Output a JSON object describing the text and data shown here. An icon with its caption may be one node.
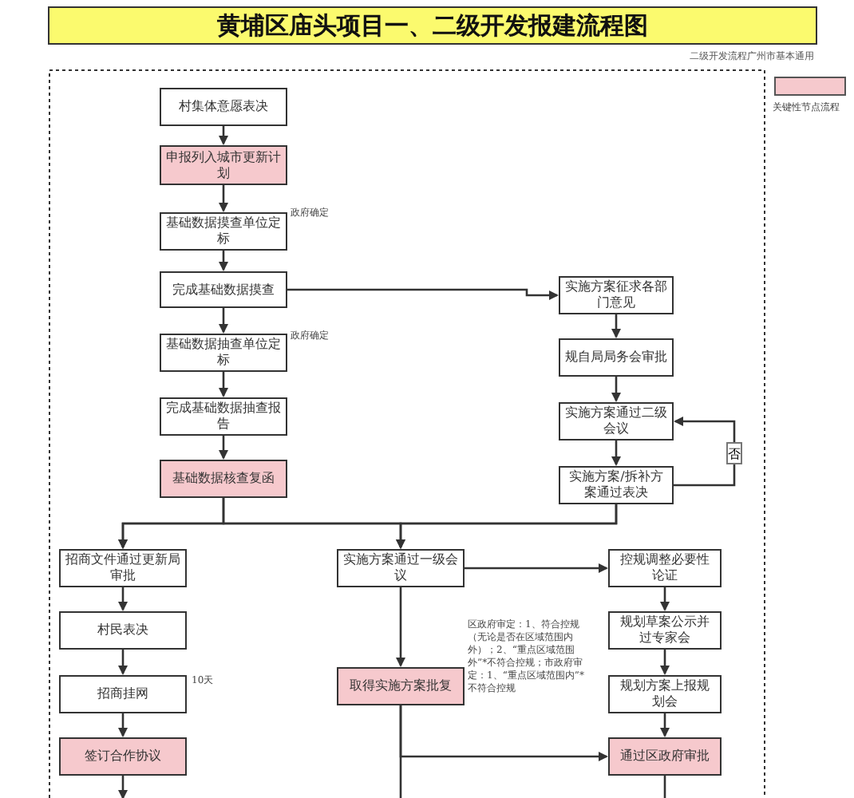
{
  "diagram": {
    "title": "黄埔区庙头项目一、二级开发报建流程图",
    "nodes": [
      {
        "text": [
          "村集体意愿表决"
        ]
      },
      {
        "text": [
          "申报列入城市更新计划"
        ]
      },
      {
        "text": [
          "基础数据摸查单位定标"
        ],
        "beside": [
          "政府确定"
        ]
      },
      {
        "text": [
          "完成基础数据摸查"
        ]
      },
      {
        "text": [
          "基础数据抽查单位定标"
        ],
        "beside": [
          "政府确定"
        ]
      },
      {
        "text": [
          "完成基础数据抽查报告"
        ]
      },
      {
        "text": [
          "基础数据核查复函"
        ]
      },
      {
        "text": [
          "实施方案征求各部门意见"
        ]
      },
      {
        "text": [
          "规自局局务会审批"
        ]
      },
      {
        "text": [
          "实施方案通过二级会议"
        ]
      },
      {
        "text": [
          "实施方案/拆补方案通过表决"
        ]
      },
      {
        "text": [
          "招商文件通过更新局审批"
        ]
      },
      {
        "text": [
          "实施方案通过一级会议"
        ]
      },
      {
        "text": [
          "控规调整必要性论证"
        ]
      },
      {
        "text": [
          "村民表决"
        ]
      },
      {
        "text": [
          "招商挂网"
        ],
        "beside": [
          "10天"
        ]
      },
      {
        "text": [
          "签订合作协议"
        ]
      },
      {
        "text": [
          "取得实施方案批复"
        ],
        "beside": [
          "区政府审定：1、符合控规（无论是否在区域范围内外）；2、“重点区域范围外”*不符合控规；市政府审定：1、“重点区域范围内”*不符合控规"
        ]
      },
      {
        "text": [
          "规划草案公示并过专家会"
        ]
      },
      {
        "text": [
          "规划方案上报规划会"
        ]
      },
      {
        "text": [
          "通过区政府审批"
        ]
      }
    ],
    "edges": [
      {
        "from": 0,
        "to": 1,
        "arrow": "to"
      },
      {
        "from": 1,
        "to": 2,
        "arrow": "to"
      },
      {
        "from": 2,
        "to": 3,
        "arrow": "to"
      },
      {
        "from": 3,
        "to": 4,
        "arrow": "to"
      },
      {
        "from": 4,
        "to": 5,
        "arrow": "to"
      },
      {
        "from": 5,
        "to": 6,
        "arrow": "to"
      },
      {
        "from": 3,
        "to": 7,
        "arrow": "to"
      },
      {
        "from": 7,
        "to": 8,
        "arrow": "to"
      },
      {
        "from": 8,
        "to": 9,
        "arrow": "to"
      },
      {
        "from": 9,
        "to": 10,
        "arrow": "to"
      },
      {
        "from": 10,
        "to": 9,
        "arrow": "to",
        "label": "否"
      },
      {
        "from": 6,
        "to": 11,
        "arrow": "to"
      },
      {
        "from": 6,
        "to": 12,
        "arrow": "to"
      },
      {
        "from": 10,
        "to": 11,
        "arrow": "to"
      },
      {
        "from": 10,
        "to": 12,
        "arrow": "to"
      },
      {
        "from": 12,
        "to": 13,
        "arrow": "to"
      },
      {
        "from": 11,
        "to": 14,
        "arrow": "to"
      },
      {
        "from": 14,
        "to": 15,
        "arrow": "to"
      },
      {
        "from": 15,
        "to": 16,
        "arrow": "to"
      },
      {
        "from": 16,
        "to": null,
        "arrow": "to"
      },
      {
        "from": 12,
        "to": 17,
        "arrow": "to"
      },
      {
        "from": 17,
        "to": 20,
        "arrow": "to"
      },
      {
        "from": 17,
        "to": null,
        "arrow": "none"
      },
      {
        "from": 13,
        "to": 18,
        "arrow": "to"
      },
      {
        "from": 18,
        "to": 19,
        "arrow": "to"
      },
      {
        "from": 19,
        "to": 20,
        "arrow": "to"
      },
      {
        "from": 20,
        "to": null,
        "arrow": "none"
      }
    ],
    "labels": [
      "二级开发流程广州市基本通用"
    ],
    "legend": [
      {
        "text": "关键性节点流程",
        "color": "#f6c9cd"
      }
    ]
  }
}
